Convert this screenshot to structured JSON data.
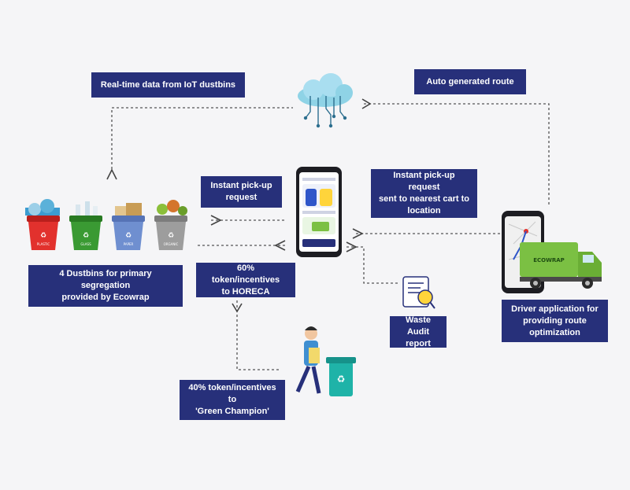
{
  "labels": {
    "iot_data": "Real-time data from IoT dustbins",
    "auto_route": "Auto generated route",
    "instant_pickup": "Instant pick-up\nrequest",
    "pickup_sent": "Instant pick-up request\nsent to nearest cart to\nlocation",
    "dustbins": "4 Dustbins for primary segregation\nprovided by Ecowrap",
    "horeca": "60% token/incentives\nto HORECA",
    "waste_audit": "Waste Audit\nreport",
    "driver_app": "Driver application for\nproviding route\noptimization",
    "green_champion": "40% token/incentives to\n'Green Champion'"
  },
  "bins": [
    {
      "label": "PLASTIC",
      "color": "#e2312d"
    },
    {
      "label": "GLASS",
      "color": "#3a9a33"
    },
    {
      "label": "PAPER",
      "color": "#6f8fd0"
    },
    {
      "label": "ORGANIC",
      "color": "#9d9d9d"
    }
  ],
  "truck_brand": "ECOWRAP",
  "colors": {
    "box_bg": "#27307a",
    "box_text": "#ffffff",
    "connector": "#555555",
    "truck_green": "#7bc043",
    "recycle_bin": "#1fb3a8"
  }
}
